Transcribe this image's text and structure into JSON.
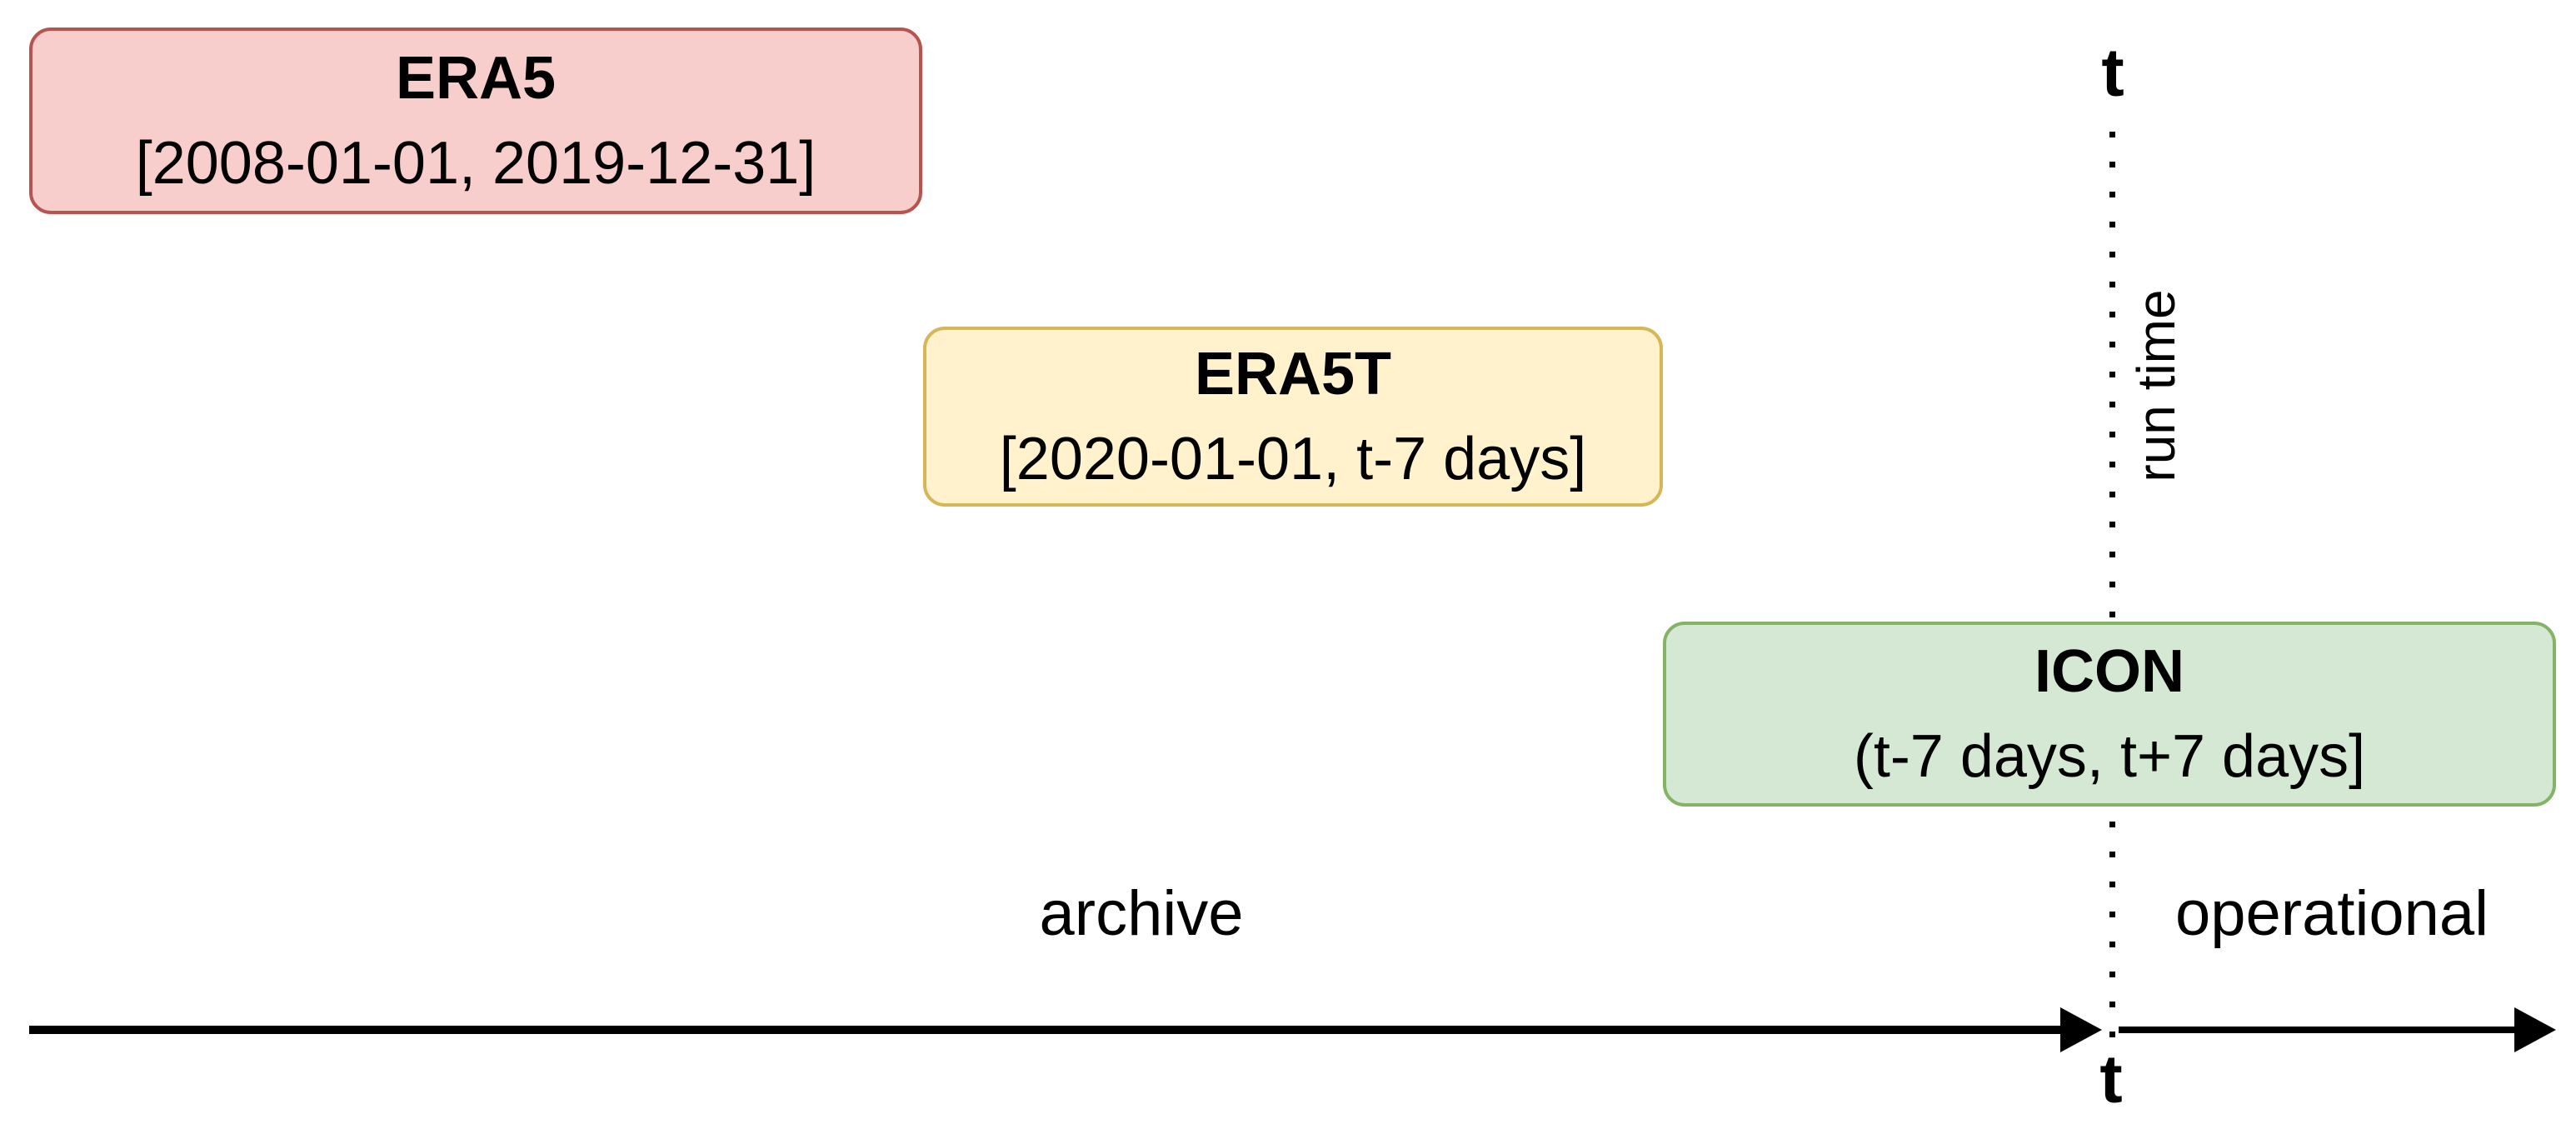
{
  "timeline": {
    "boxes": [
      {
        "name": "era5",
        "title": "ERA5",
        "interval": "[2008-01-01, 2019-12-31]",
        "fill": "#F8CECC",
        "border": "#B85450"
      },
      {
        "name": "era5t",
        "title": "ERA5T",
        "interval": "[2020-01-01, t-7 days]",
        "fill": "#FFF2CC",
        "border": "#D6B656"
      },
      {
        "name": "icon",
        "title": "ICON",
        "interval": "(t-7 days, t+7 days]",
        "fill": "#D5E8D4",
        "border": "#82B366"
      }
    ],
    "run_time_axis": {
      "t_label_top": "t",
      "t_label_bottom": "t",
      "rotated_label": "run time",
      "line_style": "dotted",
      "line_color": "#000000"
    },
    "time_axis": {
      "left_region_label": "archive",
      "right_region_label": "operational",
      "axis_color": "#000000"
    }
  }
}
